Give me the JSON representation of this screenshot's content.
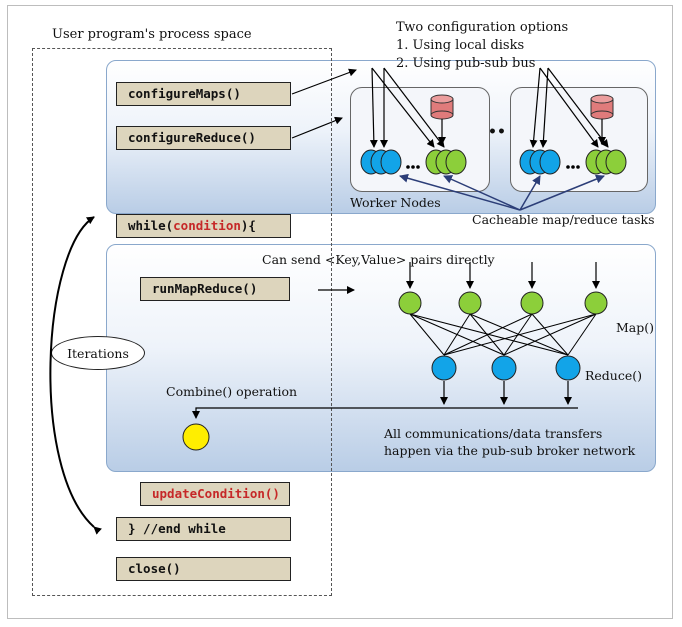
{
  "process_space_label": "User program's process space",
  "config_options": {
    "title": "Two configuration options",
    "items": [
      "1.  Using local disks",
      "2.  Using pub-sub bus"
    ]
  },
  "code_blocks": {
    "configure_maps": "configureMaps()",
    "configure_reduce": "configureReduce()",
    "while_prefix": "while(",
    "while_condition": "condition",
    "while_suffix": "){",
    "run_map_reduce": "runMapReduce()",
    "update_condition": "updateCondition()",
    "end_while": "} //end while",
    "close": "close()"
  },
  "labels": {
    "worker_nodes": "Worker Nodes",
    "cacheable": "Cacheable map/reduce tasks",
    "send_pairs": "Can send <Key,Value> pairs directly",
    "map": "Map()",
    "reduce": "Reduce()",
    "combine": "Combine() operation",
    "comms_line1": "All communications/data transfers",
    "comms_line2": "happen via the pub-sub broker network",
    "iterations": "Iterations",
    "ellipsis": "••"
  },
  "colors": {
    "map_node": "#8ccf3a",
    "reduce_node": "#12a4e8",
    "combine_node": "#ffee00",
    "disk": "#e07b7b",
    "code_bg": "#ddd5bd",
    "code_red": "#c62828"
  }
}
